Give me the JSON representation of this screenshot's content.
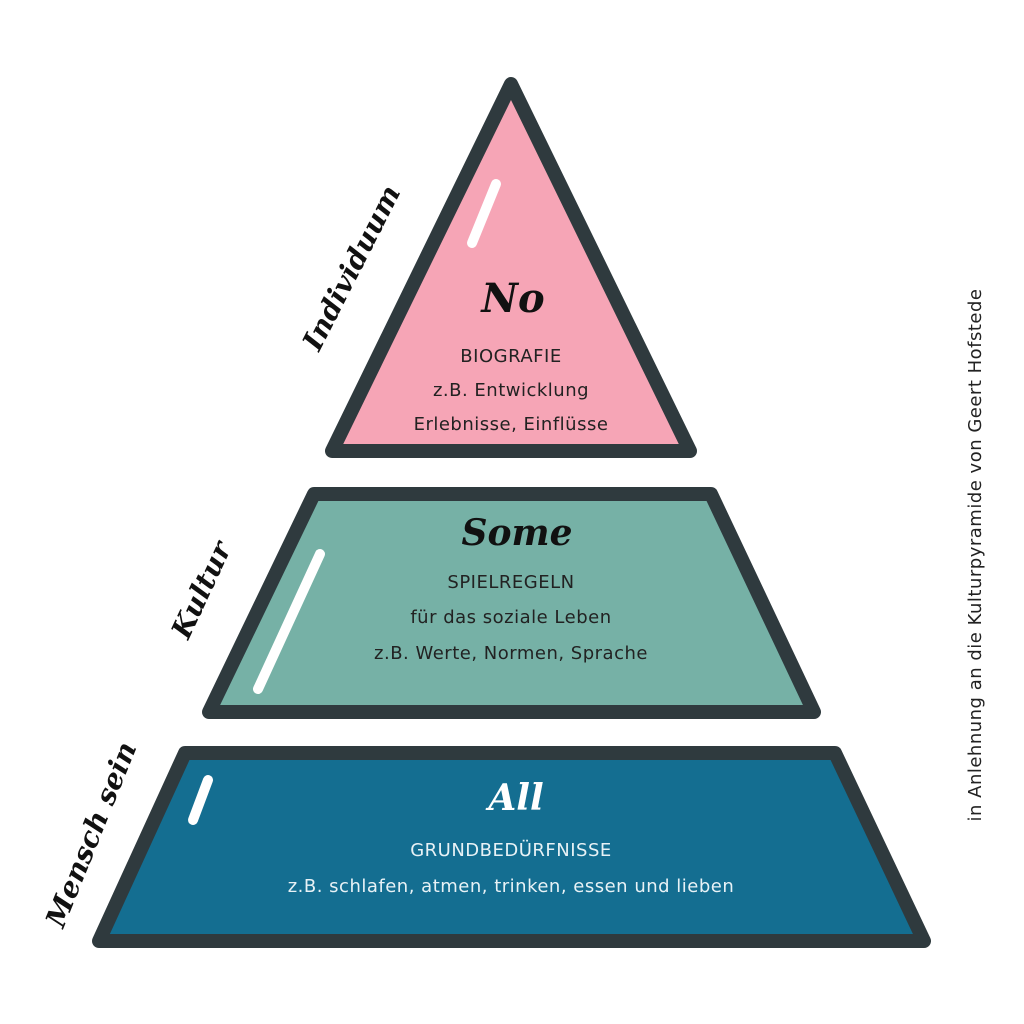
{
  "colors": {
    "outline": "#2f3a3e",
    "pink": "#f6a5b6",
    "green": "#76b1a6",
    "blue": "#146e91",
    "highlight": "#ffffff"
  },
  "levels": [
    {
      "side_label": "Individuum",
      "heading": "No",
      "title": "BIOGRAFIE",
      "lines": [
        "z.B. Entwicklung",
        "Erlebnisse, Einflüsse"
      ]
    },
    {
      "side_label": "Kultur",
      "heading": "Some",
      "title": "SPIELREGELN",
      "lines": [
        "für das soziale Leben",
        "z.B. Werte, Normen, Sprache"
      ]
    },
    {
      "side_label": "Mensch sein",
      "heading": "All",
      "title": "GRUNDBEDÜRFNISSE",
      "lines": [
        "z.B. schlafen, atmen, trinken, essen und lieben"
      ]
    }
  ],
  "source_note": "in Anlehnung an die Kulturpyramide von Geert Hofstede"
}
